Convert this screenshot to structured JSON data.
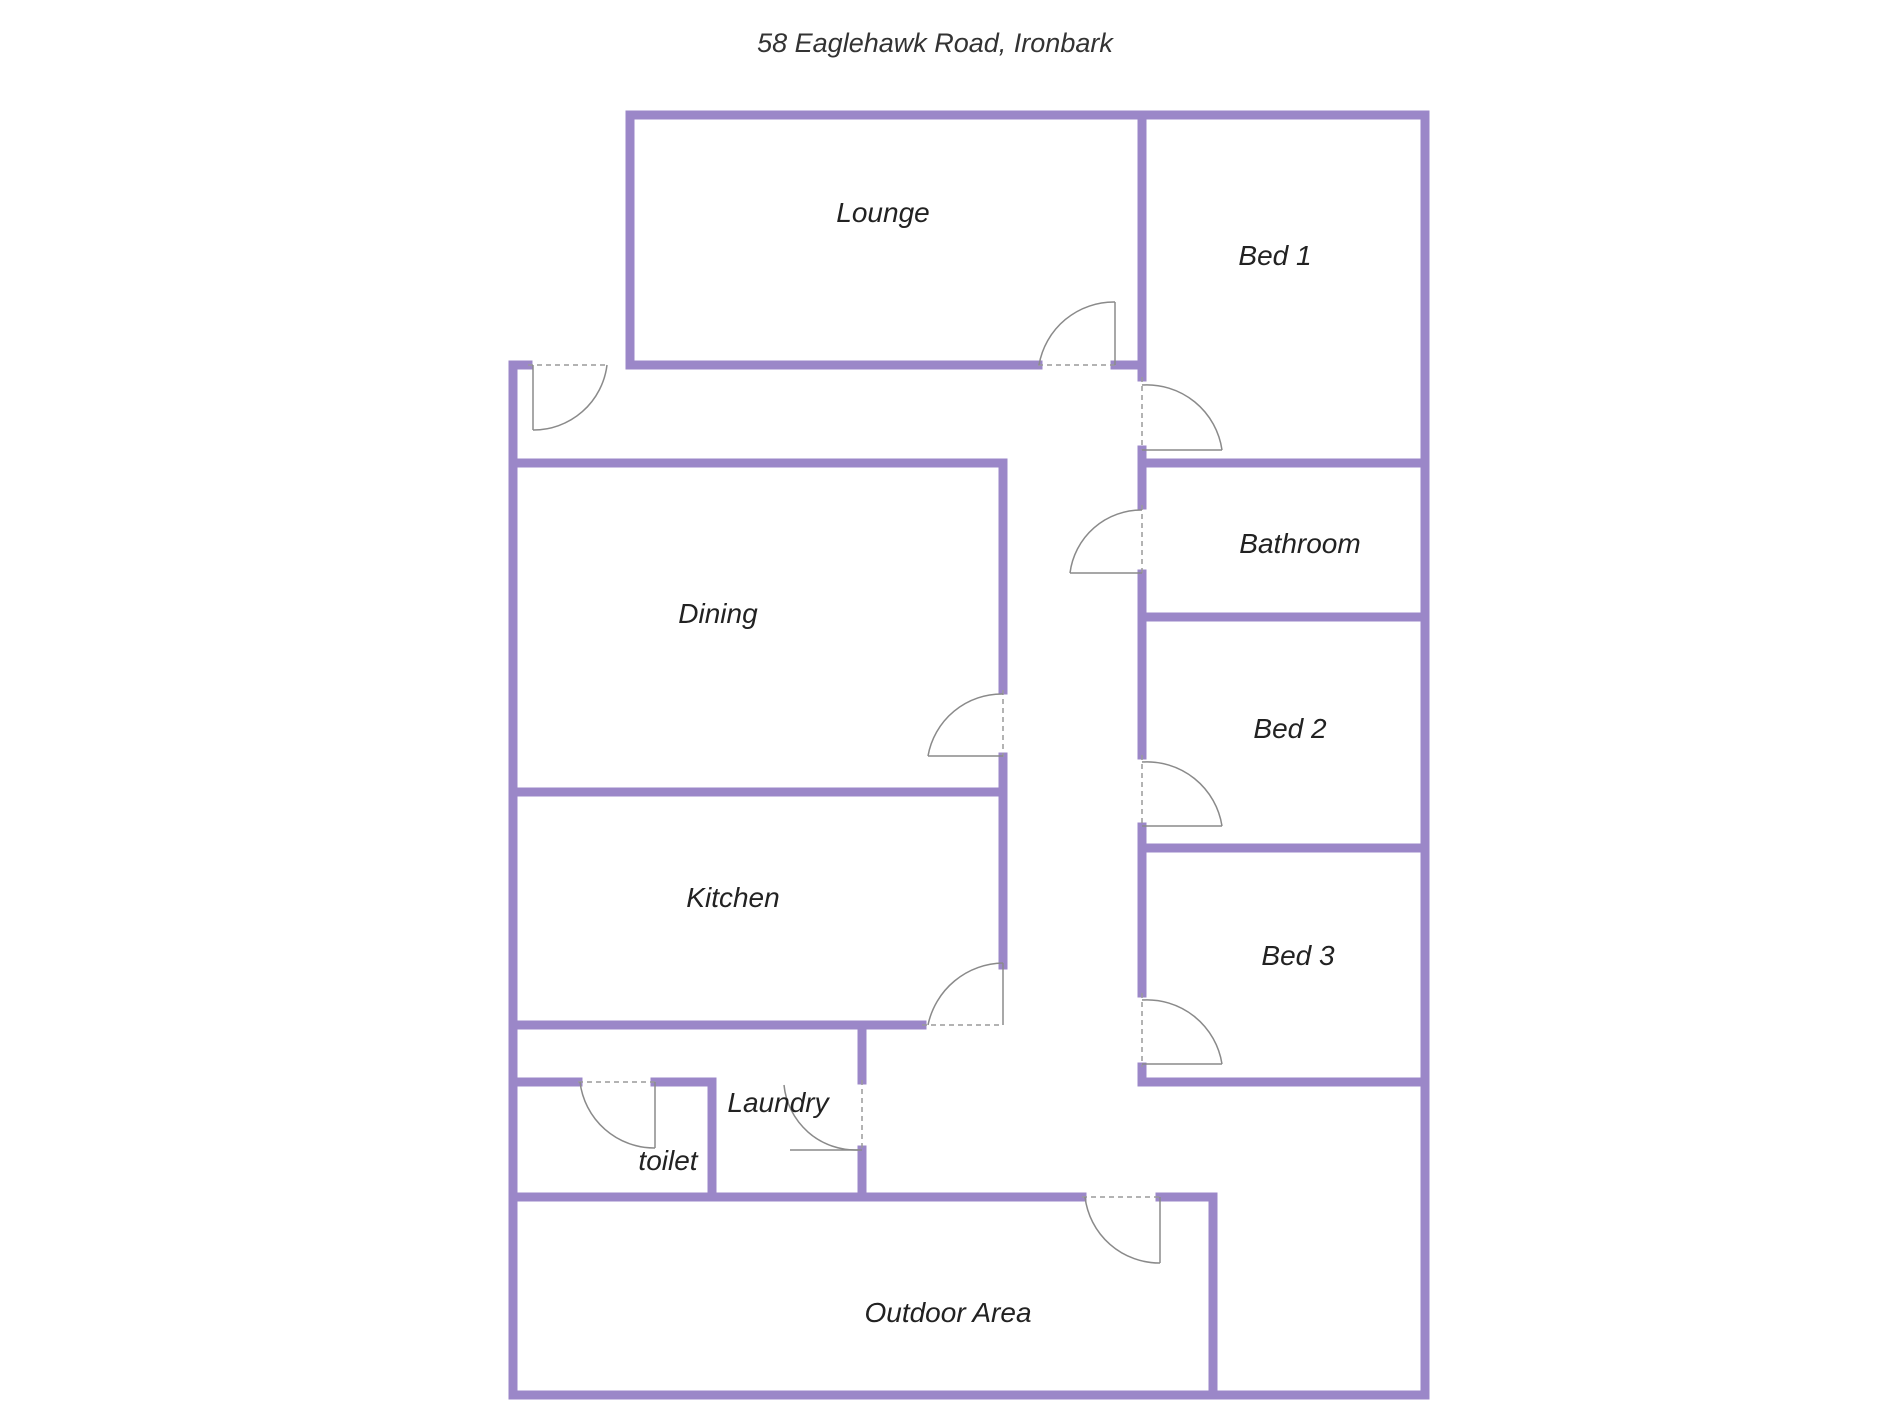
{
  "title": "58 Eaglehawk Road, Ironbark",
  "wall_color": "#9b87c8",
  "rooms": {
    "lounge": "Lounge",
    "bed1": "Bed 1",
    "bathroom": "Bathroom",
    "dining": "Dining",
    "bed2": "Bed 2",
    "kitchen": "Kitchen",
    "bed3": "Bed 3",
    "laundry": "Laundry",
    "toilet": "toilet",
    "outdoor": "Outdoor Area"
  }
}
